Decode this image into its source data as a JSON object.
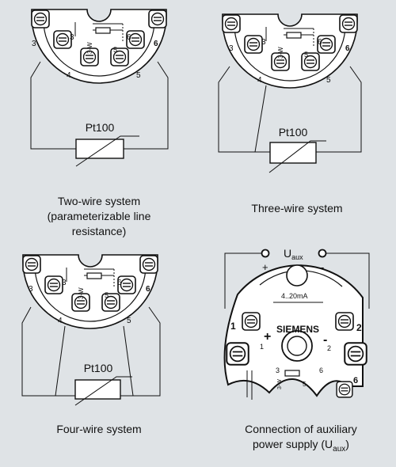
{
  "panels": [
    {
      "id": "two_wire",
      "resistor_label": "Pt100",
      "caption_lines": [
        "Two-wire system",
        "(parameterizable line",
        "resistance)"
      ]
    },
    {
      "id": "three_wire",
      "resistor_label": "Pt100",
      "caption_lines": [
        "Three-wire system"
      ]
    },
    {
      "id": "four_wire",
      "resistor_label": "Pt100",
      "caption_lines": [
        "Four-wire system"
      ]
    },
    {
      "id": "aux_power",
      "caption_lines": [
        "Connection of auxiliary",
        "power supply (U",
        "aux",
        ")"
      ]
    }
  ],
  "terminal_numbers": {
    "t1": "1",
    "t2": "2",
    "t3": "3",
    "t4": "4",
    "t5": "5",
    "t6": "6"
  },
  "small_labels": {
    "three_w": "3-W",
    "five": "5"
  },
  "aux": {
    "voltage_symbol": "U",
    "voltage_subscript": "aux",
    "plus": "+",
    "minus": "-",
    "current_range": "4..20mA",
    "brand": "SIEMENS"
  }
}
